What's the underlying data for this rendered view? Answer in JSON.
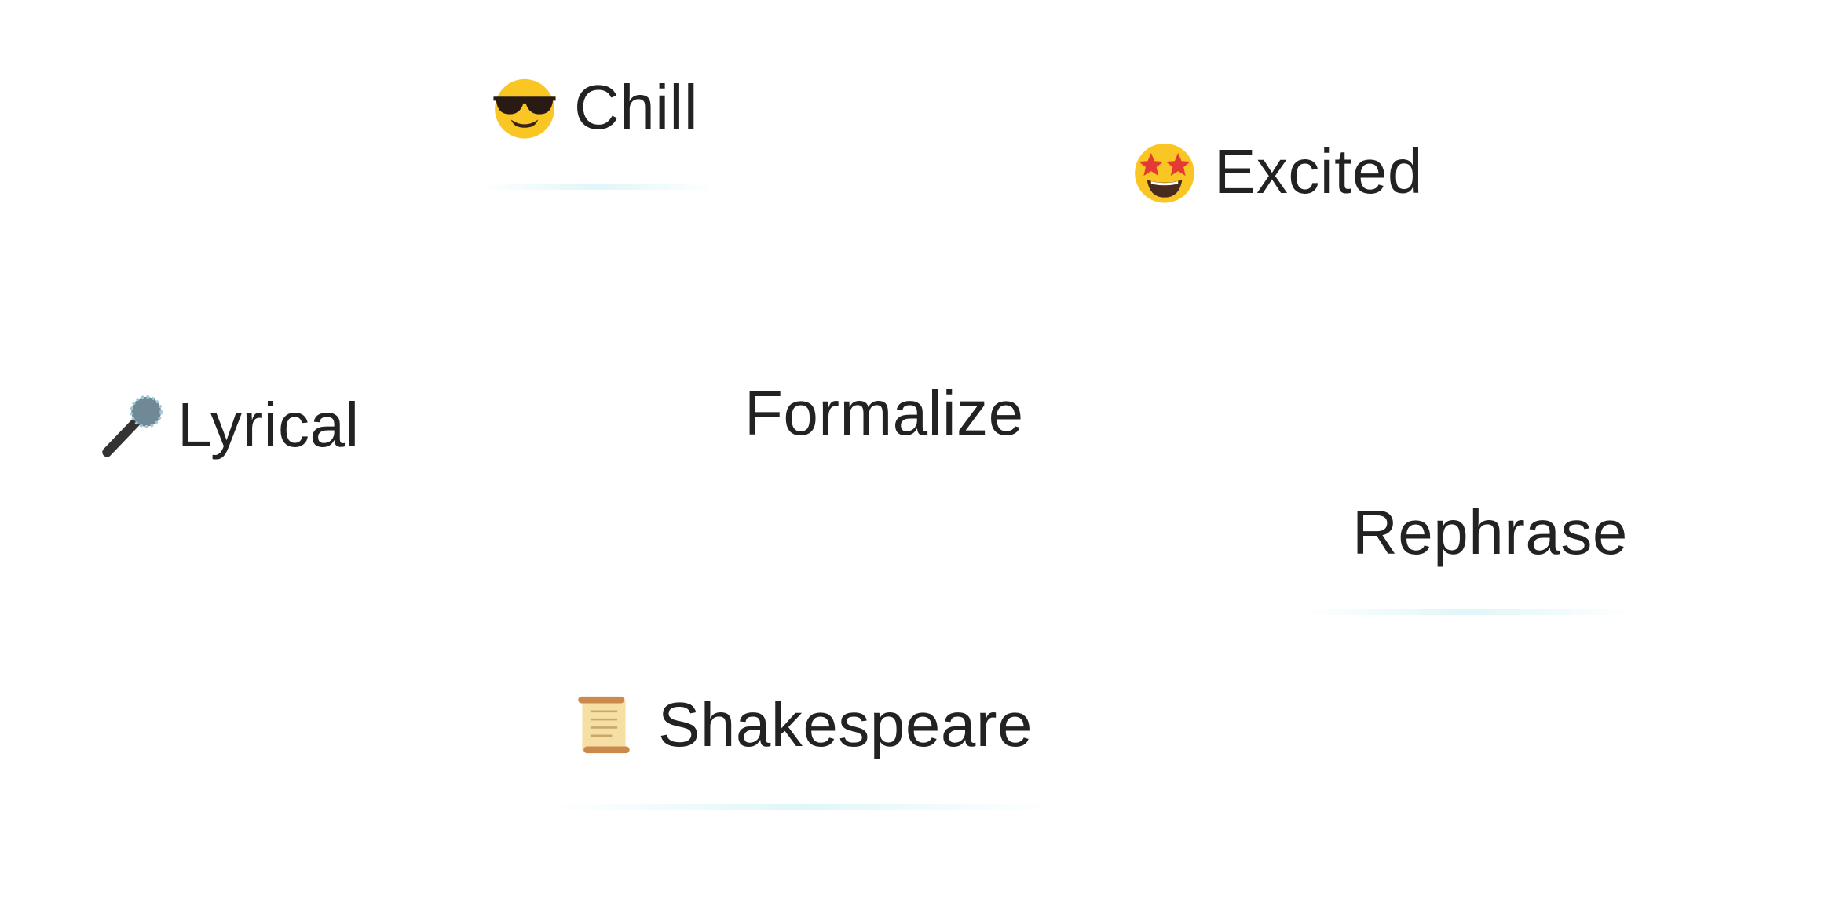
{
  "options": [
    {
      "id": "chill",
      "label": "Chill",
      "icon": "sunglasses-face-icon"
    },
    {
      "id": "excited",
      "label": "Excited",
      "icon": "star-struck-face-icon"
    },
    {
      "id": "lyrical",
      "label": "Lyrical",
      "icon": "microphone-icon"
    },
    {
      "id": "formalize",
      "label": "Formalize"
    },
    {
      "id": "rephrase",
      "label": "Rephrase"
    },
    {
      "id": "shakespeare",
      "label": "Shakespeare",
      "icon": "scroll-icon"
    }
  ],
  "colors": {
    "text": "#222222",
    "emoji_yellow": "#F9C623"
  }
}
